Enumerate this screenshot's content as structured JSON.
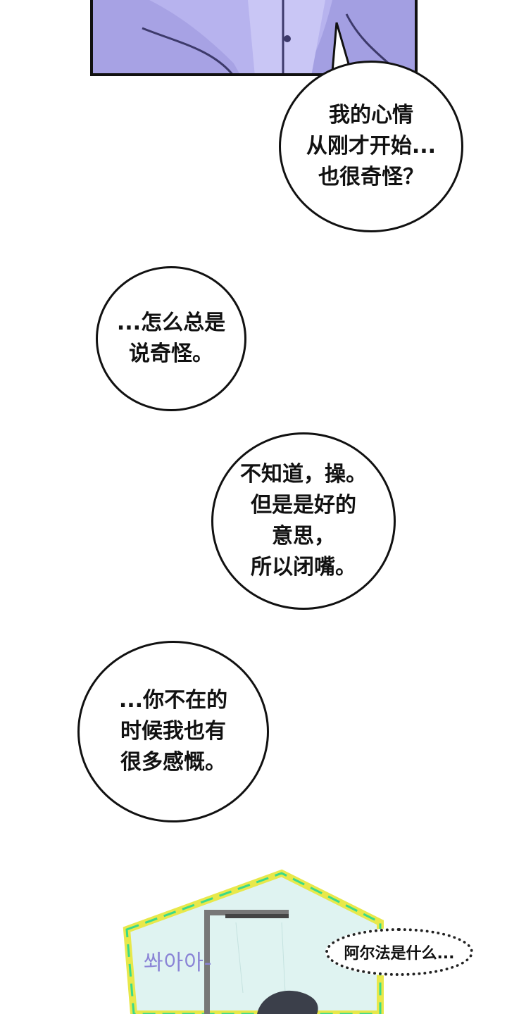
{
  "bubbles": [
    {
      "text": "我的心情\n从刚才开始...\n也很奇怪？"
    },
    {
      "text": "...怎么总是\n说奇怪。"
    },
    {
      "text": "不知道，操。\n但是是好的\n意思，\n所以闭嘴。"
    },
    {
      "text": "...你不在的\n时候我也有\n很多感慨。"
    }
  ],
  "sound_effect": "쏴아아-",
  "small_bubble": "阿尔法是什么...",
  "colors": {
    "top_panel": "#b7b3ee",
    "frame_yellow": "#e8e84a",
    "frame_green": "#3ad98a",
    "glass": "#dff3f1"
  }
}
